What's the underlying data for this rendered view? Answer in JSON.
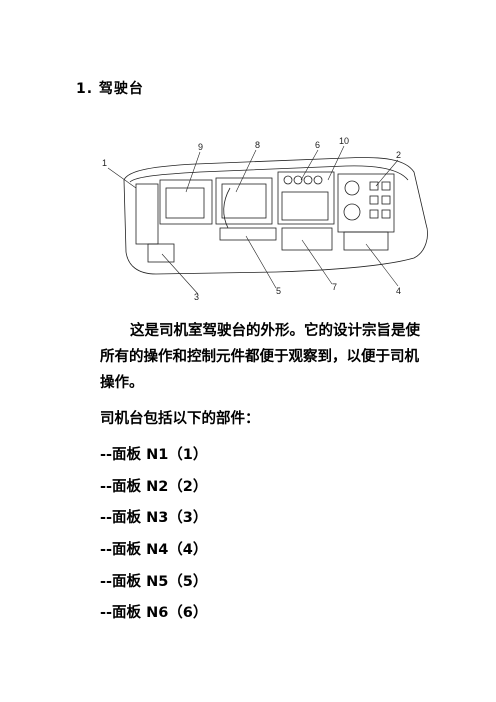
{
  "heading": "1. 驾驶台",
  "figure": {
    "callouts": [
      "1",
      "9",
      "8",
      "6",
      "10",
      "2",
      "3",
      "5",
      "7",
      "4"
    ]
  },
  "intro": "这是司机室驾驶台的外形。它的设计宗旨是使所有的操作和控制元件都便于观察到，以便于司机操作。",
  "list_intro": "司机台包括以下的部件：",
  "parts": [
    "--面板 N1（1）",
    "--面板 N2（2）",
    "--面板 N3（3）",
    "--面板 N4（4）",
    "--面板 N5（5）",
    "--面板 N6（6）"
  ]
}
